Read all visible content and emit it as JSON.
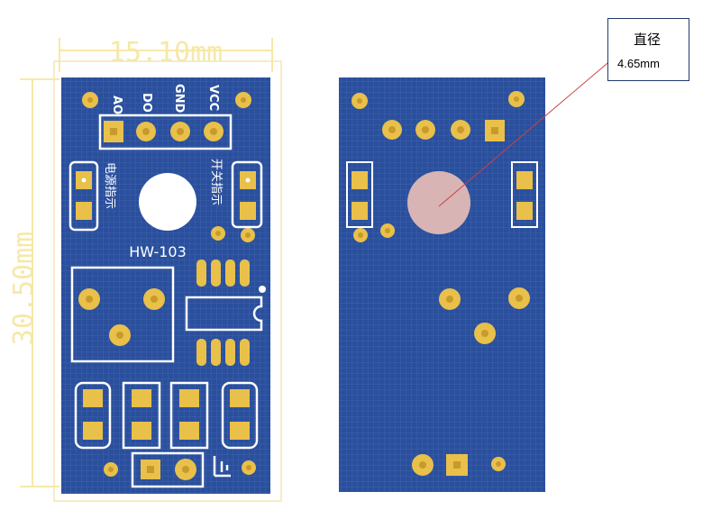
{
  "dimensions": {
    "width_label": "15.10mm",
    "height_label": "30.50mm"
  },
  "front_board": {
    "pin_labels": [
      "AO",
      "DO",
      "GND",
      "VCC"
    ],
    "power_led_label": "电源指示",
    "switch_led_label": "开关指示",
    "model": "HW-103"
  },
  "callout": {
    "title": "直径",
    "value": "4.65mm"
  },
  "colors": {
    "pcb_blue": "#2a4f9c",
    "pad_gold": "#e8c04a",
    "hole_pink": "#d8b4b4",
    "dim_yellow": "#f6e8a8"
  }
}
